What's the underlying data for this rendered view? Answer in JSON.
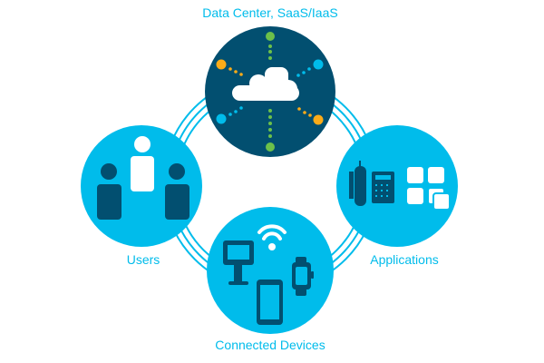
{
  "labels": {
    "data_center": "Data Center, SaaS/IaaS",
    "users": "Users",
    "applications": "Applications",
    "connected_devices": "Connected Devices"
  },
  "colors": {
    "light_blue": "#00bceb",
    "dark_blue": "#024f70",
    "green": "#6cc04a",
    "orange": "#fbab18",
    "white": "#ffffff"
  },
  "icons": [
    "cloud-icon",
    "users-icon",
    "desk-phone-icon",
    "app-grid-icon",
    "wifi-icon",
    "kiosk-icon",
    "smartphone-icon",
    "smartwatch-icon"
  ]
}
